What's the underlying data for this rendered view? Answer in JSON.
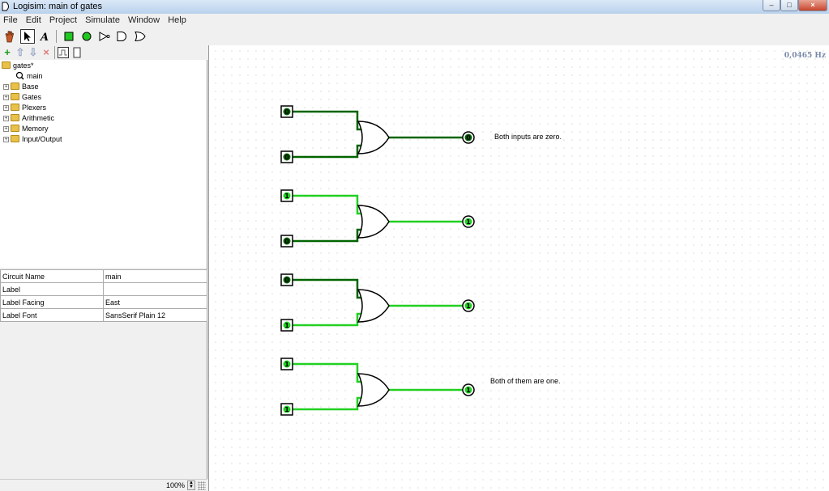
{
  "window": {
    "title": "Logisim: main of gates"
  },
  "menu": [
    "File",
    "Edit",
    "Project",
    "Simulate",
    "Window",
    "Help"
  ],
  "explorer": {
    "root": "gates*",
    "items": [
      {
        "label": "main",
        "type": "circuit"
      },
      {
        "label": "Base",
        "type": "folder"
      },
      {
        "label": "Gates",
        "type": "folder"
      },
      {
        "label": "Plexers",
        "type": "folder"
      },
      {
        "label": "Arithmetic",
        "type": "folder"
      },
      {
        "label": "Memory",
        "type": "folder"
      },
      {
        "label": "Input/Output",
        "type": "folder"
      }
    ]
  },
  "attributes": [
    {
      "key": "Circuit Name",
      "value": "main"
    },
    {
      "key": "Label",
      "value": ""
    },
    {
      "key": "Label Facing",
      "value": "East"
    },
    {
      "key": "Label Font",
      "value": "SansSerif Plain 12"
    }
  ],
  "zoom": "100%",
  "canvas": {
    "tick_rate": "0,0465 Hz",
    "colors": {
      "wire_on": "#22d022",
      "wire_off": "#006400"
    },
    "gates": [
      {
        "inputs": [
          "0",
          "0"
        ],
        "output": "0",
        "note": "Both inputs are zero."
      },
      {
        "inputs": [
          "1",
          "0"
        ],
        "output": "1",
        "note": ""
      },
      {
        "inputs": [
          "0",
          "1"
        ],
        "output": "1",
        "note": ""
      },
      {
        "inputs": [
          "1",
          "1"
        ],
        "output": "1",
        "note": "Both of them are one."
      }
    ]
  }
}
